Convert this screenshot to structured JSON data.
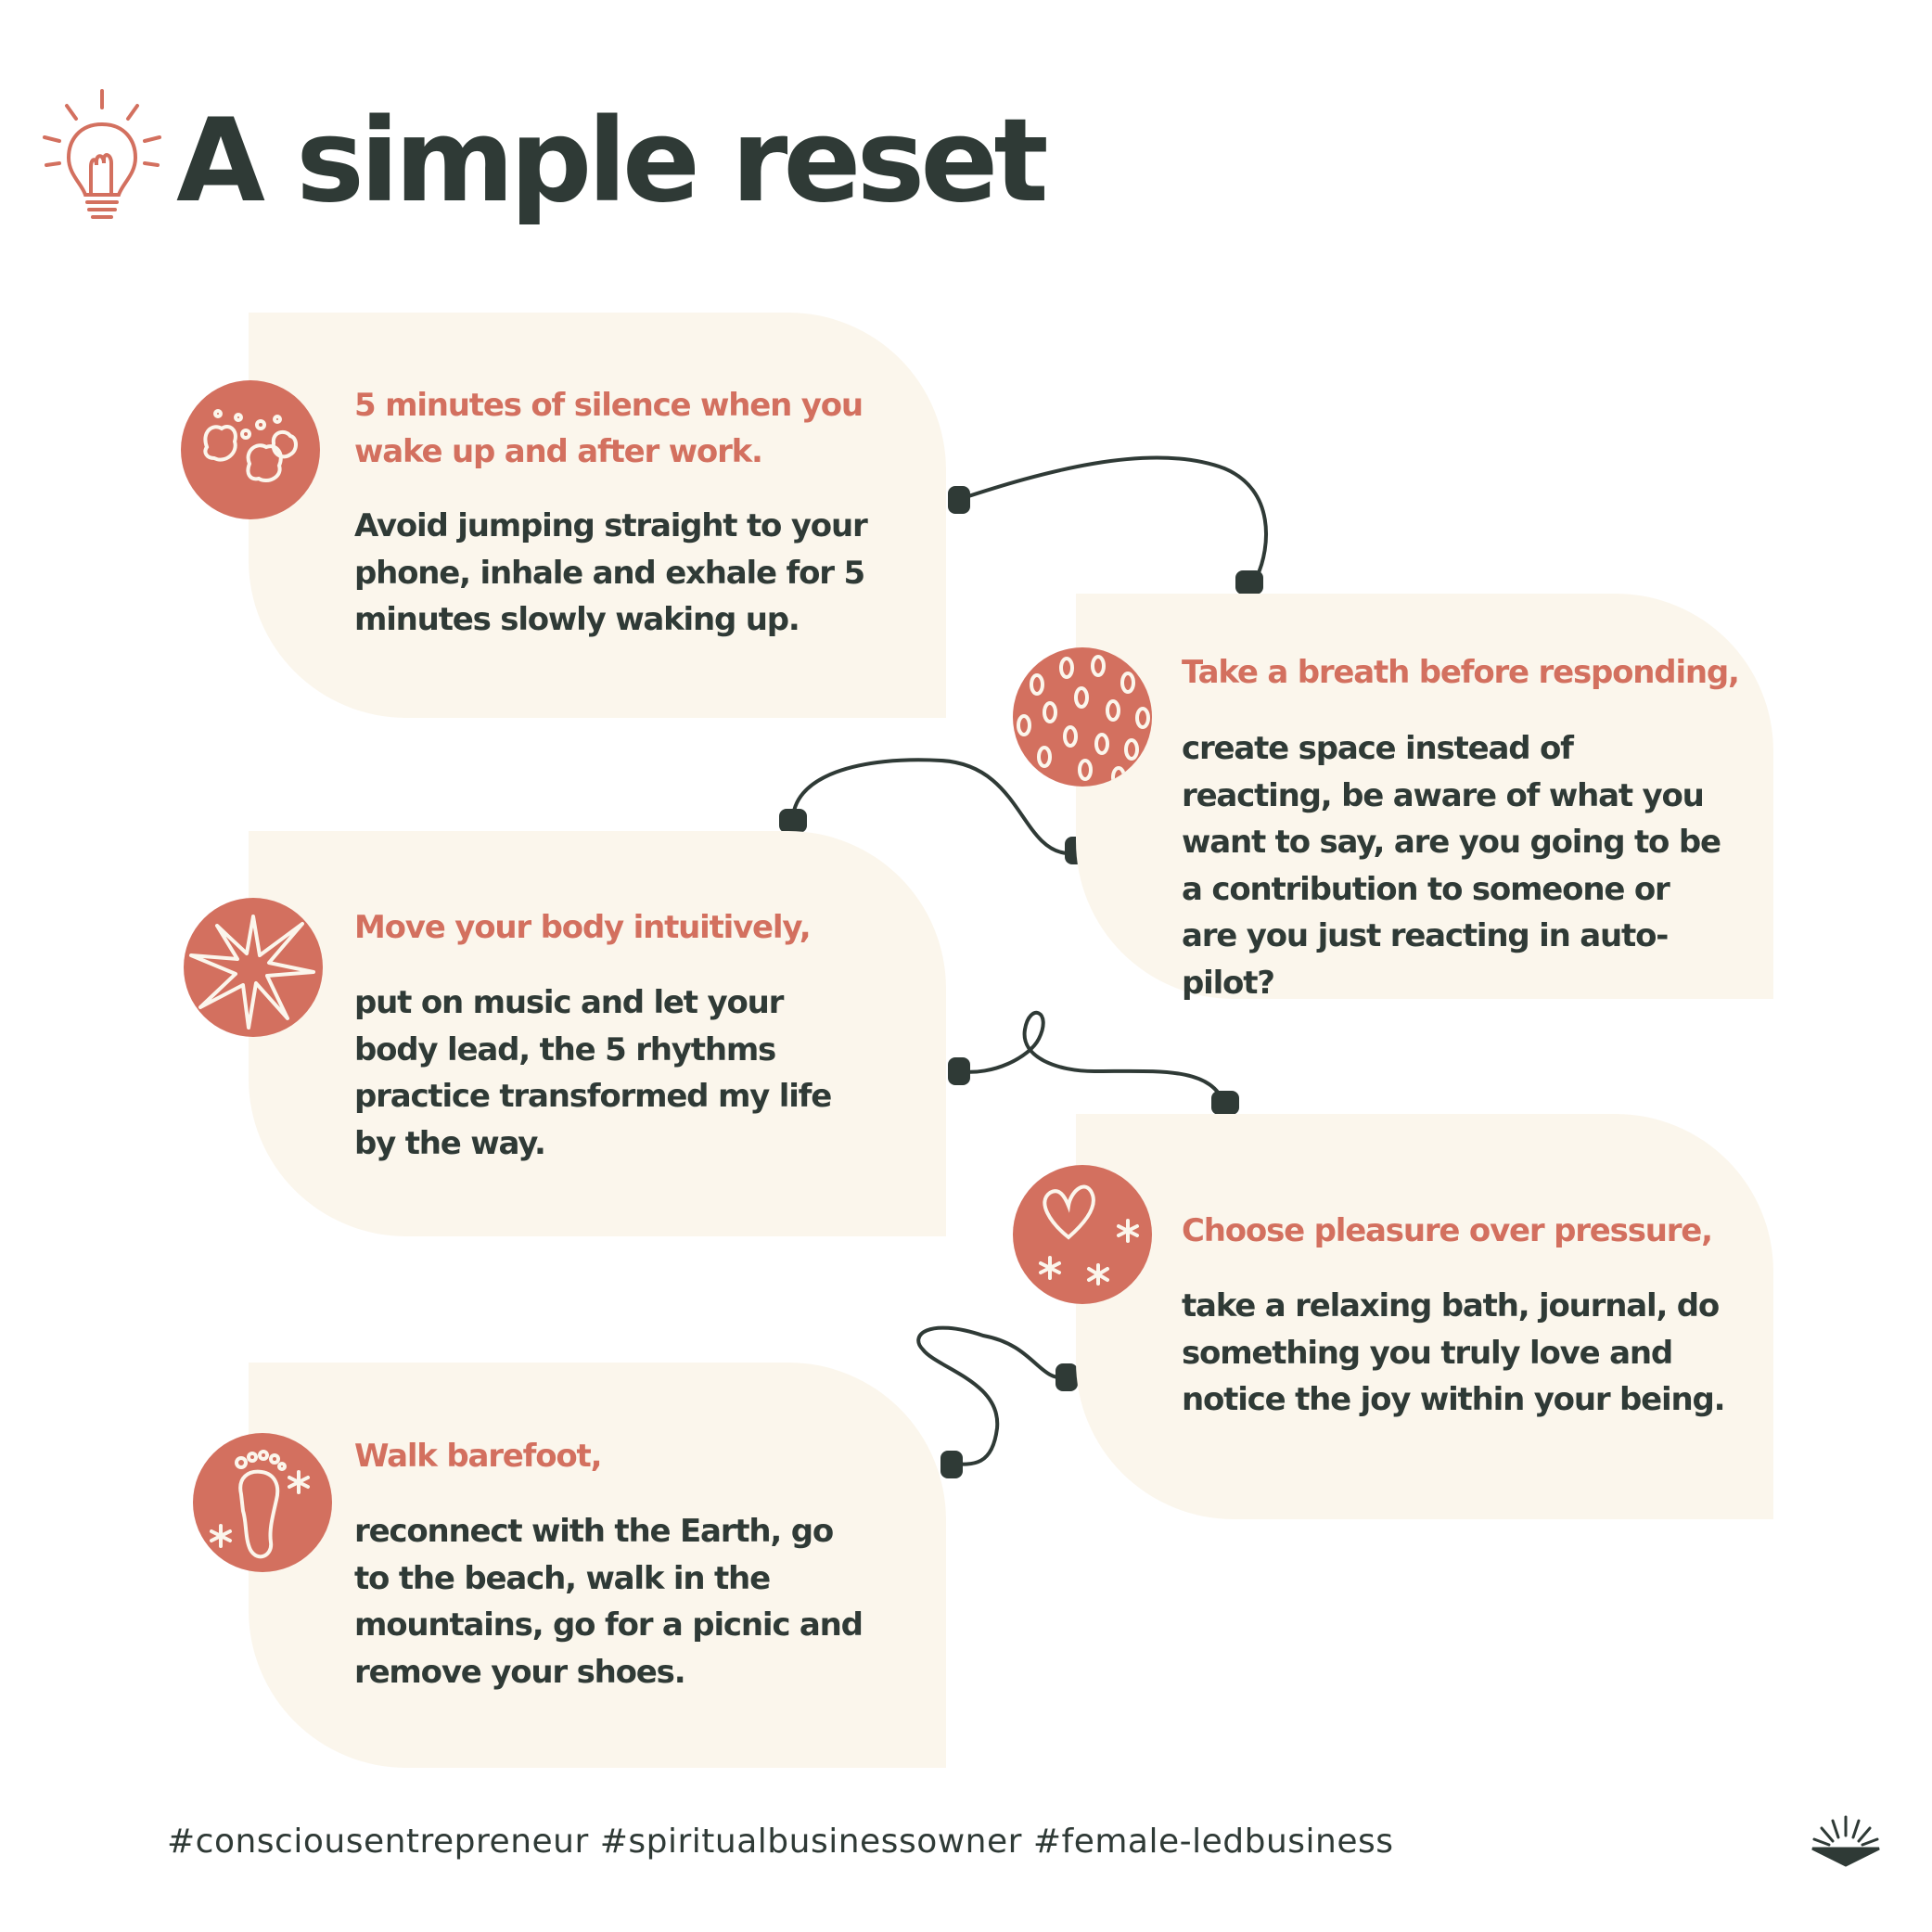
{
  "title": "A simple reset",
  "icons": {
    "header": "lightbulb-icon",
    "footer": "sunrise-logo-icon"
  },
  "colors": {
    "accent": "#d3705f",
    "text": "#2f3a36",
    "card": "#fbf6ec"
  },
  "steps": [
    {
      "icon": "stones-icon",
      "heading": "5 minutes of silence when you wake up and after work.",
      "body": "Avoid jumping straight to your phone, inhale and exhale for 5 minutes slowly waking up."
    },
    {
      "icon": "seeds-pattern-icon",
      "heading": "Take a breath before responding,",
      "body": "create space instead of reacting, be aware of what you want to say, are you going to be a contribution to someone or are you just reacting in auto-pilot?"
    },
    {
      "icon": "starburst-icon",
      "heading": "Move your body intuitively,",
      "body": "put on music and let your body lead, the 5 rhythms practice transformed my life by the way."
    },
    {
      "icon": "heart-sparkles-icon",
      "heading": "Choose pleasure over pressure,",
      "body": "take a relaxing bath, journal, do something you truly love and notice the joy within your being."
    },
    {
      "icon": "footprint-icon",
      "heading": "Walk barefoot,",
      "body": "reconnect with the Earth, go to the beach, walk in the mountains, go for a picnic and remove your shoes."
    }
  ],
  "hashtags": "#consciousentrepreneur #spiritualbusinessowner #female-ledbusiness"
}
